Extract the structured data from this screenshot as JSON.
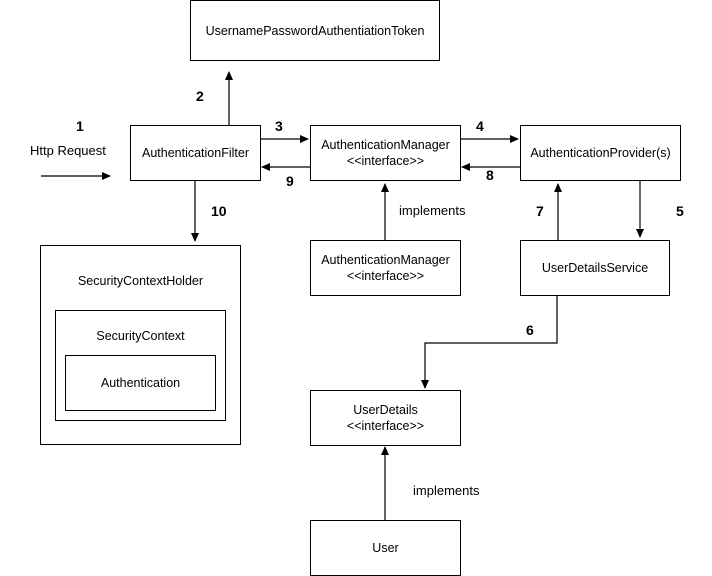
{
  "diagram": {
    "nodes": {
      "token": {
        "label": "UsernamePasswordAuthentiationToken"
      },
      "filter": {
        "label": "AuthenticationFilter"
      },
      "manager": {
        "label": "AuthenticationManager",
        "stereotype": "<<interface>>"
      },
      "manager_impl": {
        "label": "AuthenticationManager",
        "stereotype": "<<interface>>"
      },
      "provider": {
        "label": "AuthenticationProvider(s)"
      },
      "uds": {
        "label": "UserDetailsService"
      },
      "user_details": {
        "label": "UserDetails",
        "stereotype": "<<interface>>"
      },
      "user": {
        "label": "User"
      },
      "holder": {
        "label": "SecurityContextHolder"
      },
      "context": {
        "label": "SecurityContext"
      },
      "authentication": {
        "label": "Authentication"
      }
    },
    "labels": {
      "http_request": "Http Request",
      "implements_manager": "implements",
      "implements_user": "implements"
    },
    "steps": {
      "s1": "1",
      "s2": "2",
      "s3": "3",
      "s4": "4",
      "s5": "5",
      "s6": "6",
      "s7": "7",
      "s8": "8",
      "s9": "9",
      "s10": "10"
    },
    "edges": [
      {
        "from": "http_request",
        "to": "filter",
        "step": "1"
      },
      {
        "from": "filter",
        "to": "token",
        "step": "2"
      },
      {
        "from": "filter",
        "to": "manager",
        "step": "3"
      },
      {
        "from": "manager",
        "to": "provider",
        "step": "4"
      },
      {
        "from": "provider",
        "to": "uds",
        "step": "5"
      },
      {
        "from": "uds",
        "to": "user_details",
        "step": "6"
      },
      {
        "from": "uds",
        "to": "provider",
        "step": "7"
      },
      {
        "from": "provider",
        "to": "manager",
        "step": "8"
      },
      {
        "from": "manager",
        "to": "filter",
        "step": "9"
      },
      {
        "from": "filter",
        "to": "holder",
        "step": "10"
      },
      {
        "from": "manager_impl",
        "to": "manager",
        "label": "implements"
      },
      {
        "from": "user",
        "to": "user_details",
        "label": "implements"
      }
    ],
    "colors": {
      "stroke": "#000000",
      "background": "#ffffff",
      "text": "#000000"
    }
  }
}
